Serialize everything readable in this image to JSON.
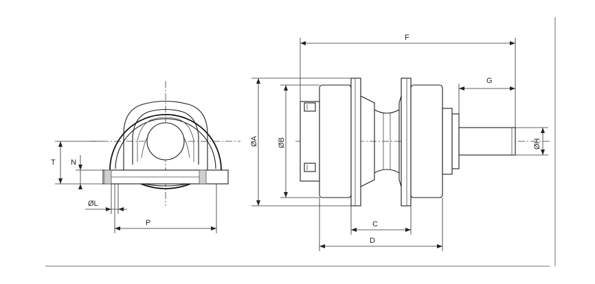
{
  "diagram": {
    "front_view_labels": {
      "T": "T",
      "N": "N",
      "L": "ØL",
      "P": "P"
    },
    "side_view_labels": {
      "F": "F",
      "G": "G",
      "A": "ØA",
      "B": "ØB",
      "H": "ØH",
      "C": "C",
      "D": "D"
    }
  }
}
